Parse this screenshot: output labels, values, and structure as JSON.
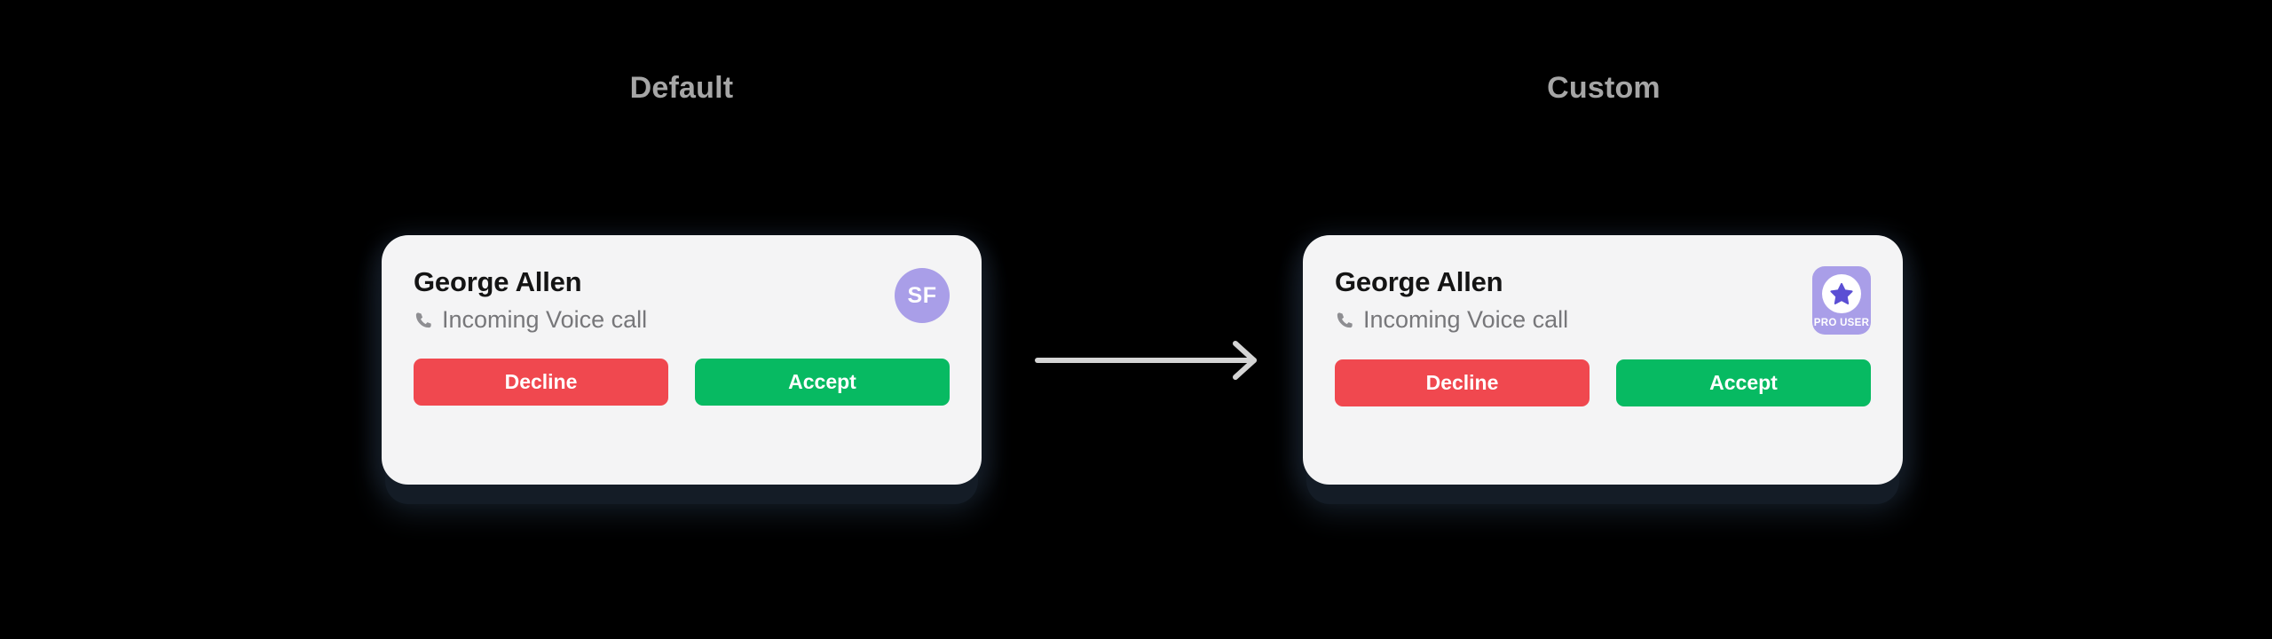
{
  "background_color": "#000000",
  "columns": [
    {
      "caption": "Default"
    },
    {
      "caption": "Custom"
    }
  ],
  "arrow": {
    "direction": "right",
    "color": "#d4d4d4"
  },
  "colors": {
    "card_background": "#f4f4f5",
    "caption": "#a6a6a6",
    "name": "#141414",
    "status": "#77777a",
    "decline": "#f0484f",
    "accept": "#07ba62",
    "avatar_purple": "#a99ee8",
    "badge_purple": "#a99ee8",
    "star_indigo": "#5b4fd4",
    "shadow": "#141c26"
  },
  "cards": [
    {
      "variant": "default",
      "caller_name": "George Allen",
      "call_status": "Incoming Voice call",
      "phone_icon": "phone-handset-icon",
      "avatar": {
        "type": "initials-circle",
        "initials": "SF"
      },
      "buttons": {
        "decline_label": "Decline",
        "accept_label": "Accept"
      }
    },
    {
      "variant": "custom",
      "caller_name": "George Allen",
      "call_status": "Incoming Voice call",
      "phone_icon": "phone-handset-icon",
      "badge": {
        "type": "pro-badge",
        "icon": "star-icon",
        "label": "PRO USER"
      },
      "buttons": {
        "decline_label": "Decline",
        "accept_label": "Accept"
      }
    }
  ]
}
